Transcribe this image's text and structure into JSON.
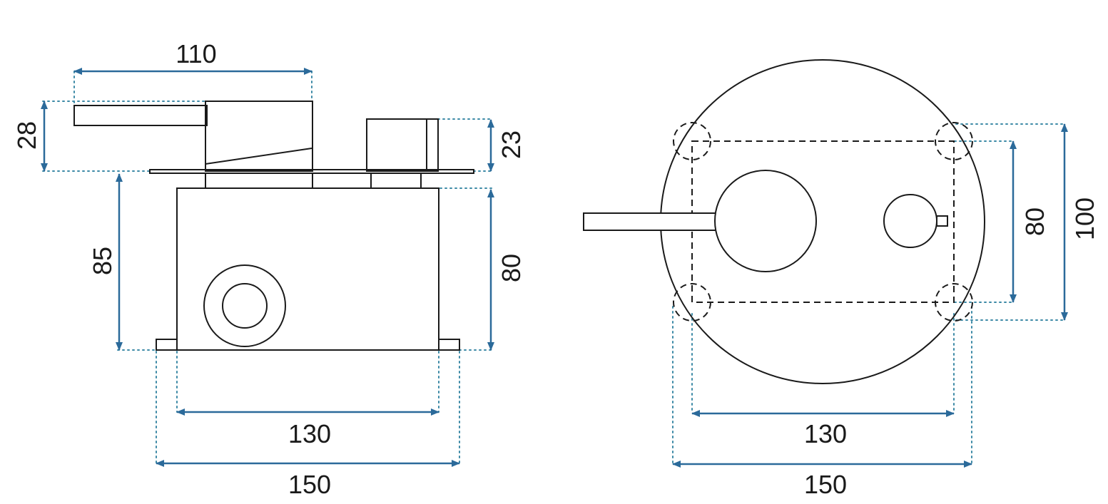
{
  "colors": {
    "line": "#1a1a1a",
    "dimension": "#2b6a9a",
    "extension": "#3d8aa6",
    "background": "#ffffff"
  },
  "side_view": {
    "width_top": "110",
    "height_handle": "28",
    "height_knob": "23",
    "height_total": "85",
    "height_box": "80",
    "width_box": "130",
    "width_flange": "150"
  },
  "front_view": {
    "height_inner": "80",
    "height_outer": "100",
    "width_inner": "130",
    "width_outer": "150"
  }
}
